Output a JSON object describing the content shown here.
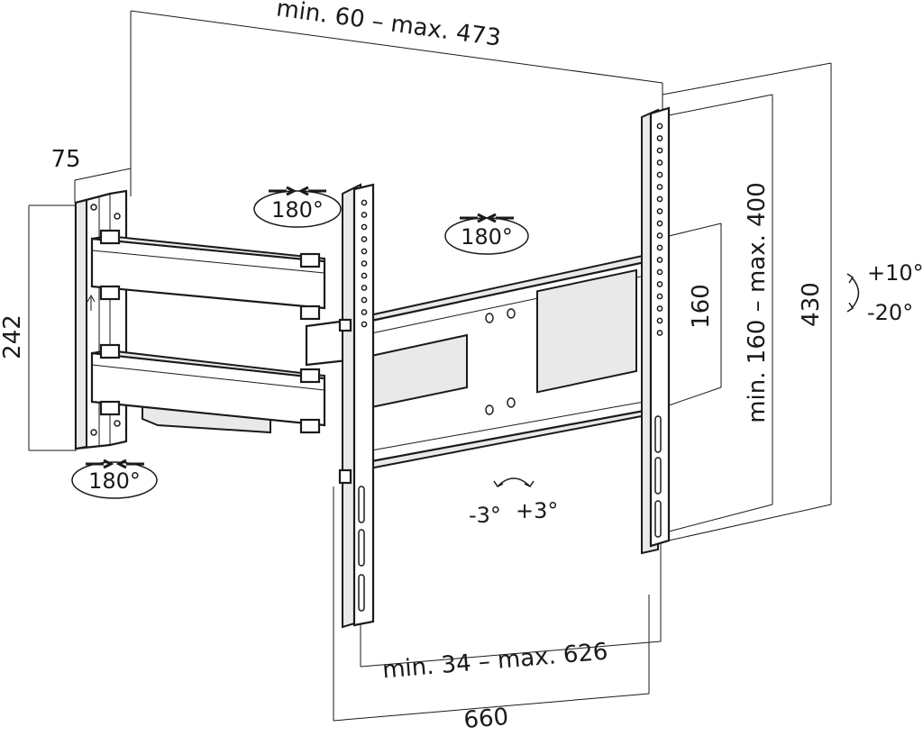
{
  "dimensions": {
    "top_width": "min. 60 – max. 473",
    "wall_plate_depth": "75",
    "wall_plate_height": "242",
    "vesa_horizontal": "min. 34 – max. 626",
    "total_width": "660",
    "vesa_vertical_small": "160",
    "vesa_vertical": "min. 160 – max. 400",
    "bracket_height": "430"
  },
  "rotations": {
    "arm_swivel": "180°",
    "bracket_swivel": "180°",
    "wall_swivel": "180°",
    "tilt_up": "+10°",
    "tilt_down": "-20°",
    "level_left": "-3°",
    "level_right": "+3°"
  },
  "colors": {
    "line": "#1a1a1a",
    "fill": "#ffffff",
    "shade": "#e9e9e9"
  }
}
